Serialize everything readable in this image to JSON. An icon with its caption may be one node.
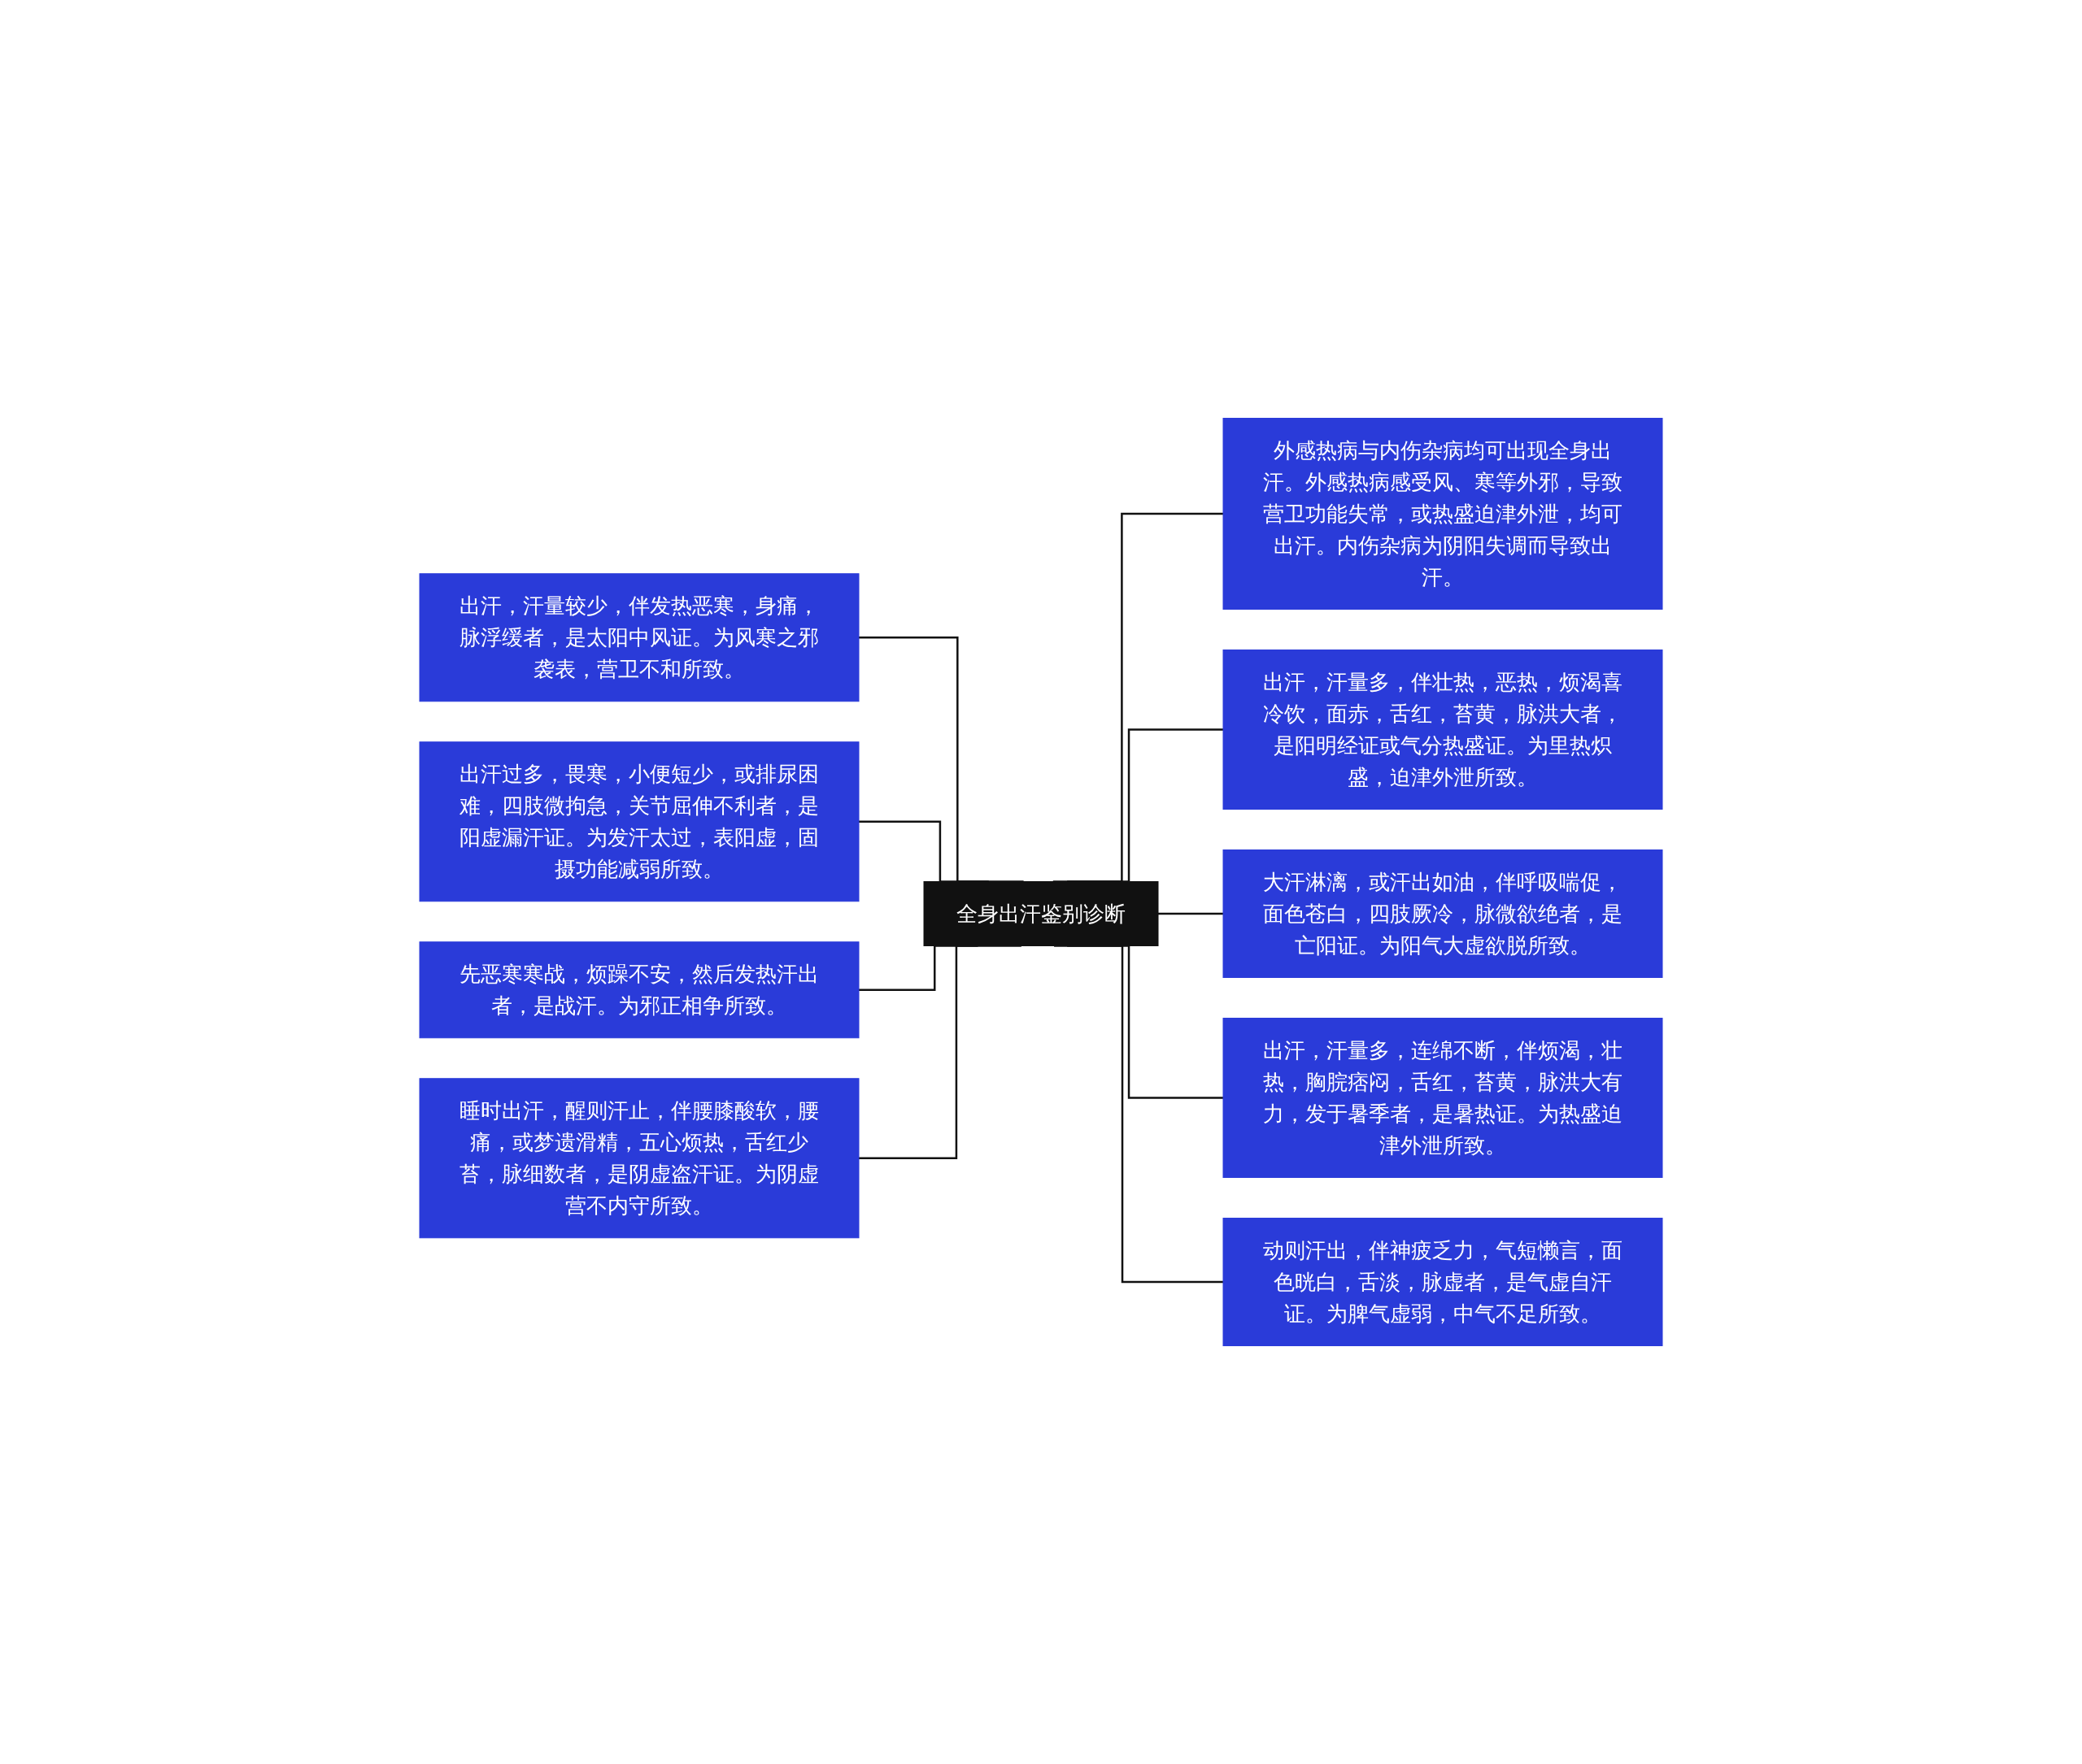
{
  "diagram": {
    "nodes": [
      {
        "text": [
          "全身出汗鉴别诊断"
        ]
      },
      {
        "text": [
          "出汗，汗量较少，伴发热恶寒，身痛，脉浮缓者，是太阳中风证。为风寒之邪袭表，营卫不和所致。"
        ]
      },
      {
        "text": [
          "出汗过多，畏寒，小便短少，或排尿困难，四肢微拘急，关节屈伸不利者，是阳虚漏汗证。为发汗太过，表阳虚，固摄功能减弱所致。"
        ]
      },
      {
        "text": [
          "先恶寒寒战，烦躁不安，然后发热汗出者，是战汗。为邪正相争所致。"
        ]
      },
      {
        "text": [
          "睡时出汗，醒则汗止，伴腰膝酸软，腰痛，或梦遗滑精，五心烦热，舌红少苔，脉细数者，是阴虚盗汗证。为阴虚营不内守所致。"
        ]
      },
      {
        "text": [
          "外感热病与内伤杂病均可出现全身出汗。外感热病感受风、寒等外邪，导致营卫功能失常，或热盛迫津外泄，均可出汗。内伤杂病为阴阳失调而导致出汗。"
        ]
      },
      {
        "text": [
          "出汗，汗量多，伴壮热，恶热，烦渴喜冷饮，面赤，舌红，苔黄，脉洪大者，是阳明经证或气分热盛证。为里热炽盛，迫津外泄所致。"
        ]
      },
      {
        "text": [
          "大汗淋漓，或汗出如油，伴呼吸喘促，面色苍白，四肢厥冷，脉微欲绝者，是亡阳证。为阳气大虚欲脱所致。"
        ]
      },
      {
        "text": [
          "出汗，汗量多，连绵不断，伴烦渴，壮热，胸脘痞闷，舌红，苔黄，脉洪大有力，发于暑季者，是暑热证。为热盛迫津外泄所致。"
        ]
      },
      {
        "text": [
          "动则汗出，伴神疲乏力，气短懒言，面色晄白，舌淡，脉虚者，是气虚自汗证。为脾气虚弱，中气不足所致。"
        ]
      }
    ],
    "edges": [
      {
        "from": 0,
        "to": 1,
        "arrow": "none"
      },
      {
        "from": 0,
        "to": 2,
        "arrow": "none"
      },
      {
        "from": 0,
        "to": 3,
        "arrow": "none"
      },
      {
        "from": 0,
        "to": 4,
        "arrow": "none"
      },
      {
        "from": 0,
        "to": 5,
        "arrow": "none"
      },
      {
        "from": 0,
        "to": 6,
        "arrow": "none"
      },
      {
        "from": 0,
        "to": 7,
        "arrow": "none"
      },
      {
        "from": 0,
        "to": 8,
        "arrow": "none"
      },
      {
        "from": 0,
        "to": 9,
        "arrow": "none"
      }
    ]
  }
}
